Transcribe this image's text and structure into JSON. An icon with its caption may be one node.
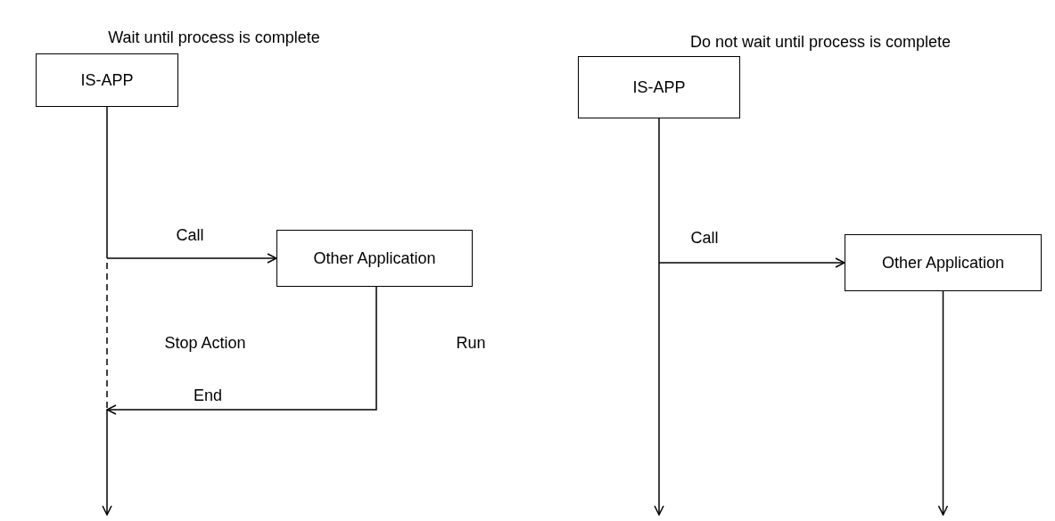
{
  "diagram": {
    "nodes": [
      {
        "text": [
          "IS-APP"
        ]
      },
      {
        "text": [
          "Other Application"
        ]
      },
      {
        "text": [
          "IS-APP"
        ]
      },
      {
        "text": [
          "Other Application"
        ]
      }
    ],
    "edges": [
      {
        "from": null,
        "to": 1,
        "arrow": "to",
        "label": "Call"
      },
      {
        "from": 1,
        "to": null,
        "arrow": "to",
        "label": "End"
      },
      {
        "from": 0,
        "to": null,
        "arrow": "to",
        "style": "dashed"
      },
      {
        "from": null,
        "to": 3,
        "arrow": "to",
        "label": "Call"
      },
      {
        "from": 2,
        "to": null,
        "arrow": "to"
      },
      {
        "from": 3,
        "to": null,
        "arrow": "to"
      }
    ],
    "labels": [
      "Wait until process is complete",
      "Do not wait until process is complete",
      "Stop Action",
      "Run"
    ]
  }
}
